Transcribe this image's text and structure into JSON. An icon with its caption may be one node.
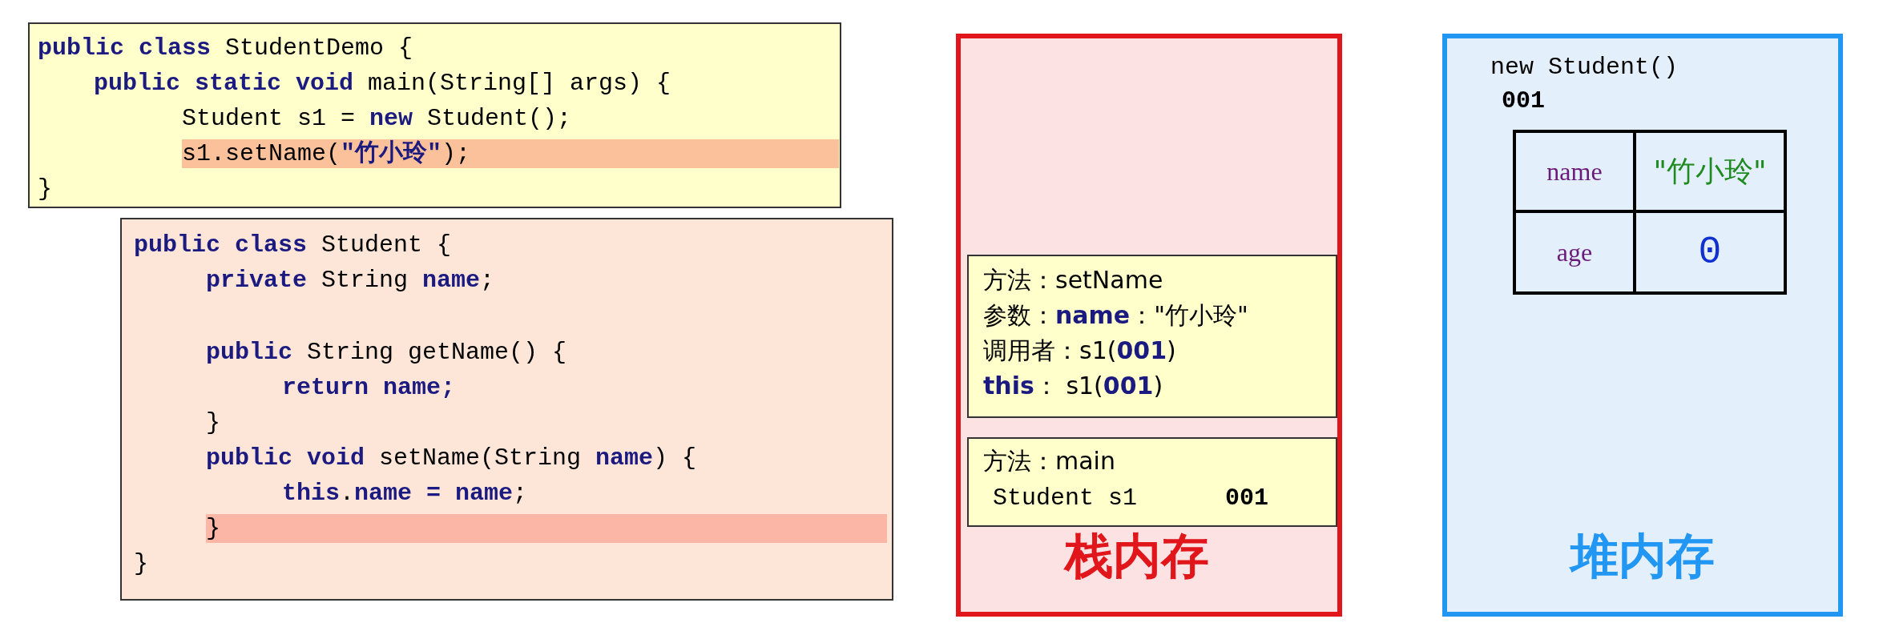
{
  "diagram": {
    "nodes": [
      {
        "text": [
          "**public class** StudentDemo {",
          "**public static void** main(String[] args) {",
          "Student s1 = **new** Student();",
          "s1.setName(**\"竹小玲\"**);",
          "}"
        ]
      },
      {
        "text": [
          "**public class** Student {",
          "**private** String **name**;",
          "**public** String getName() {",
          "**return name;**",
          "}",
          "**public void** setName(String **name**) {",
          "**this**.**name = name**;",
          "}",
          "}"
        ]
      },
      {
        "text": [
          "栈内存"
        ]
      },
      {
        "text": [
          "方法：setName",
          "参数：**name**：\"竹小玲\"",
          "调用者：s1(**001**)",
          "**this**： s1(**001**)"
        ],
        "in": 2
      },
      {
        "text": [
          "方法：main",
          "Student s1",
          "001"
        ],
        "in": 2
      },
      {
        "text": [
          "堆内存"
        ]
      },
      {
        "text": [
          "new Student()",
          "001"
        ],
        "in": 5
      },
      {
        "text": [
          "name"
        ],
        "in": 6
      },
      {
        "text": [
          "\"竹小玲\""
        ],
        "in": 6
      },
      {
        "text": [
          "age"
        ],
        "in": 6
      },
      {
        "text": [
          "0"
        ],
        "in": 6
      }
    ]
  }
}
